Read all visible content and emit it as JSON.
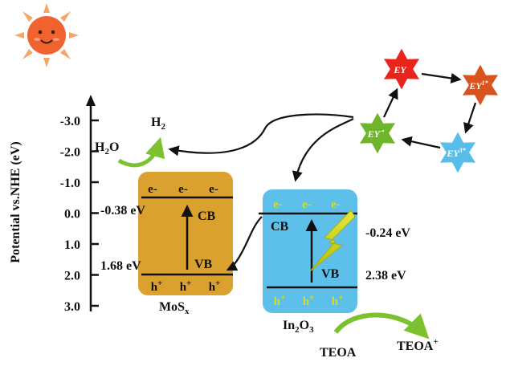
{
  "axis": {
    "label": "Potential vs.NHE (eV)",
    "ticks": [
      "-3.0",
      "-2.0",
      "-1.0",
      "0.0",
      "1.0",
      "2.0",
      "3.0"
    ]
  },
  "mos": {
    "name_main": "MoS",
    "name_sub": "x",
    "electrons": [
      "e-",
      "e-",
      "e-"
    ],
    "holes": [
      "h+",
      "h+",
      "h+"
    ],
    "cb": "CB",
    "vb": "VB",
    "cb_value": "-0.38 eV",
    "vb_value": "1.68 eV"
  },
  "in2o3": {
    "name_a": "In",
    "name_a_sub": "2",
    "name_b": "O",
    "name_b_sub": "3",
    "electrons": [
      "e-",
      "e-",
      "e-"
    ],
    "holes": [
      "h+",
      "h+",
      "h+"
    ],
    "cb": "CB",
    "vb": "VB",
    "cb_value": "-0.24 eV",
    "vb_value": "2.38 eV"
  },
  "reaction": {
    "h2o": "H",
    "h2o_sub": "2",
    "h2o_end": "O",
    "h2": "H",
    "h2_sub": "2",
    "teoa": "TEOA",
    "teoa_plus": "TEOA",
    "teoa_plus_sup": "+"
  },
  "dye_cycle": {
    "ey": "EY",
    "ey_excited": "EY",
    "ey_excited_sup": "1*",
    "ey_triplet": "EY",
    "ey_triplet_sup": "3*",
    "ey_radical": "EY",
    "ey_radical_sup": "-•"
  },
  "colors": {
    "mos": "#dba12e",
    "in2o3": "#5dc0eb",
    "ey": "#e8241c",
    "ey_excited": "#d8531e",
    "ey_triplet": "#58bde8",
    "ey_radical": "#6fb52a",
    "green_arrow": "#7cc230",
    "sun": "#f0622e",
    "sun_rays": "#f4a56a",
    "lightning": "#d8dc1c"
  },
  "icons": [
    "sun-icon",
    "lightning-icon"
  ]
}
